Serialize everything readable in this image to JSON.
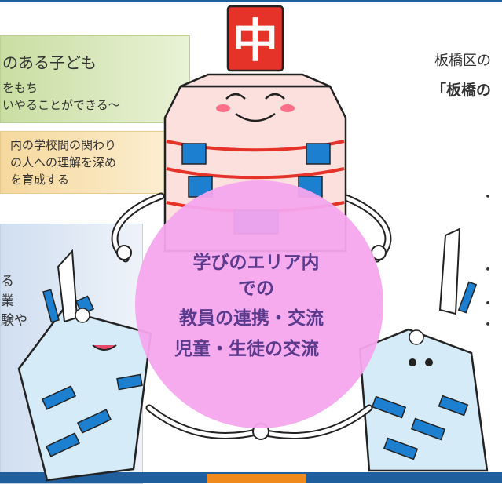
{
  "left_panel": {
    "box1": {
      "heading": "のある子ども",
      "line1": "をもち",
      "line2": "いやることができる〜"
    },
    "box2": {
      "line1": "内の学校間の関わり",
      "line2": "の人への理解を深め",
      "line3": "を育成する"
    },
    "box3": {
      "frag1": "る",
      "frag2": "業",
      "frag3": "験や"
    }
  },
  "right_panel": {
    "line1": "板橋区の",
    "line2": "「板橋の",
    "bullets": [
      "・",
      "・",
      "・",
      "・"
    ]
  },
  "circle": {
    "line1": "学びのエリア内",
    "line2": "での",
    "line3": "教員の連携・交流",
    "line4": "児童・生徒の交流"
  },
  "building_sign": "中",
  "colors": {
    "box1_bg": "#e4efcd",
    "box2_bg": "#fbeccd",
    "box3_bg": "#dfe8f2",
    "circle_fill": "#f6a6ee",
    "circle_text": "#5a3a8c",
    "sign_red": "#e5332a",
    "top_line": "#1f5f9e",
    "bottom_bar": "#1f5f9e",
    "orange_tab": "#f08a1c"
  }
}
